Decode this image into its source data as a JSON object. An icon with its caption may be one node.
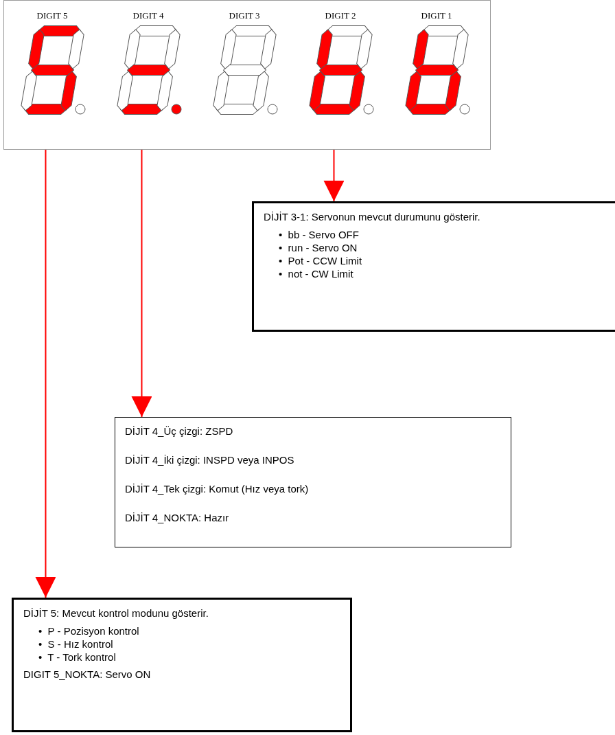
{
  "diagram": {
    "nodes": [
      {
        "text": [],
        "shape": "box"
      },
      {
        "text": [
          "DIGIT 5"
        ],
        "in": 0
      },
      {
        "text": [
          "DIGIT 4"
        ],
        "in": 0
      },
      {
        "text": [
          "DIGIT 3"
        ],
        "in": 0
      },
      {
        "text": [
          "DIGIT 2"
        ],
        "in": 0
      },
      {
        "text": [
          "DIGIT 1"
        ],
        "in": 0
      },
      {
        "text": [
          "DİJİT 3-1: Servonun mevcut durumunu gösterir.",
          "•  bb - Servo OFF",
          "•  run - Servo ON",
          "•  Pot - CCW Limit",
          "•  not - CW Limit"
        ]
      },
      {
        "text": [
          "DİJİT 4_Üç çizgi: ZSPD",
          "DİJİT 4_İki çizgi: INSPD veya INPOS",
          "DİJİT 4_Tek çizgi: Komut (Hız veya tork)",
          "DİJİT 4_NOKTA: Hazır"
        ]
      },
      {
        "text": [
          "DİJİT 5: Mevcut kontrol modunu gösterir.",
          "•  P - Pozisyon kontrol",
          "•  S - Hız kontrol",
          "•  T - Tork kontrol",
          "DIGIT 5_NOKTA: Servo ON"
        ]
      }
    ],
    "edges": [
      {
        "from": 1,
        "to": 8,
        "arrow": "to"
      },
      {
        "from": 2,
        "to": 7,
        "arrow": "to"
      },
      {
        "from": 4,
        "to": 6,
        "arrow": "to"
      }
    ]
  }
}
